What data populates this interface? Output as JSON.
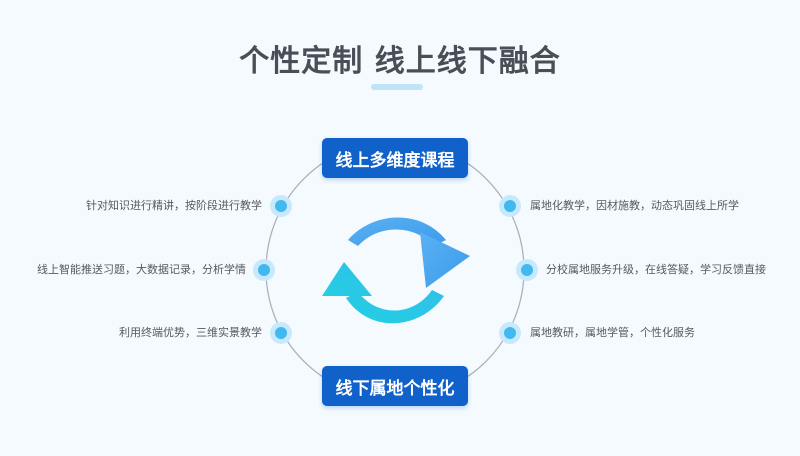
{
  "title": "个性定制 线上线下融合",
  "top_badge": "线上多维度课程",
  "bottom_badge": "线下属地个性化",
  "left_items": [
    "针对知识进行精讲，按阶段进行教学",
    "线上智能推送习题，大数据记录，分析学情",
    "利用终端优势，三维实景教学"
  ],
  "right_items": [
    "属地化教学，因材施教，动态巩固线上所学",
    "分校属地服务升级，在线答疑，学习反馈直接",
    "属地教研，属地学管，个性化服务"
  ],
  "colors": {
    "badge": "#1061c9",
    "dot": "#42b8f0",
    "arrow_top": "#4aa6ee",
    "arrow_bottom": "#27c9e6"
  },
  "icons": [
    "cycle-arrows-icon"
  ]
}
